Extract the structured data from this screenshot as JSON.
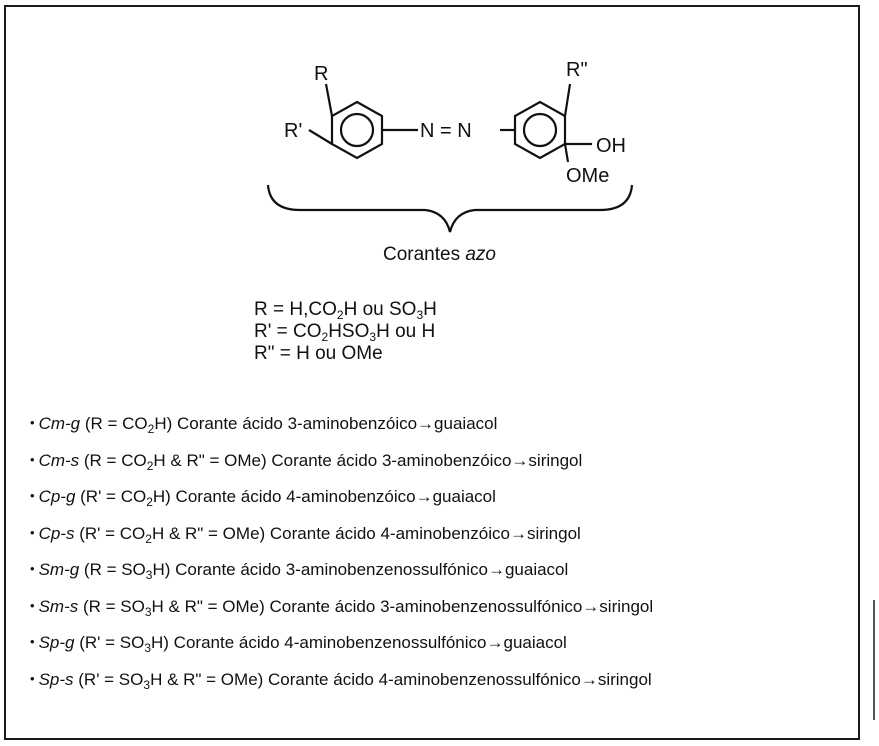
{
  "structure": {
    "labels": {
      "r": "R",
      "r_prime": "R'",
      "r_double_prime": "R\"",
      "azo": "N = N",
      "oh": "OH",
      "ome": "OMe"
    }
  },
  "caption": {
    "text": "Corantes ",
    "emphasis": "azo"
  },
  "definitions": [
    {
      "lhs": "R = H,CO",
      "sub1": "2",
      "mid1": "H ou SO",
      "sub2": "3",
      "rest": "H"
    },
    {
      "lhs": "R' = CO",
      "sub1": "2",
      "mid1": "HSO",
      "sub2": "3",
      "rest": "H ou H"
    },
    {
      "lhs": "R\" = H ou OMe",
      "sub1": "",
      "mid1": "",
      "sub2": "",
      "rest": ""
    }
  ],
  "dyes": [
    {
      "code": "Cm-g",
      "pre": " (R = CO",
      "sub": "2",
      "post": "H) Corante ácido 3-aminobenzóico→guaiacol"
    },
    {
      "code": "Cm-s",
      "pre": " (R = CO",
      "sub": "2",
      "post": "H & R\" = OMe) Corante ácido 3-aminobenzóico→siringol"
    },
    {
      "code": "Cp-g",
      "pre": " (R' = CO",
      "sub": "2",
      "post": "H) Corante ácido 4-aminobenzóico→guaiacol"
    },
    {
      "code": "Cp-s",
      "pre": " (R' = CO",
      "sub": "2",
      "post": "H & R\" = OMe) Corante ácido 4-aminobenzóico→siringol"
    },
    {
      "code": "Sm-g",
      "pre": " (R = SO",
      "sub": "3",
      "post": "H) Corante ácido 3-aminobenzenossulfónico→guaiacol"
    },
    {
      "code": "Sm-s",
      "pre": " (R = SO",
      "sub": "3",
      "post": "H & R\" = OMe) Corante ácido 3-aminobenzenossulfónico→siringol"
    },
    {
      "code": "Sp-g",
      "pre": " (R' = SO",
      "sub": "3",
      "post": "H) Corante ácido 4-aminobenzenossulfónico→guaiacol"
    },
    {
      "code": "Sp-s",
      "pre": " (R' = SO",
      "sub": "3",
      "post": "H & R\" = OMe) Corante ácido 4-aminobenzenossulfónico→siringol"
    }
  ]
}
